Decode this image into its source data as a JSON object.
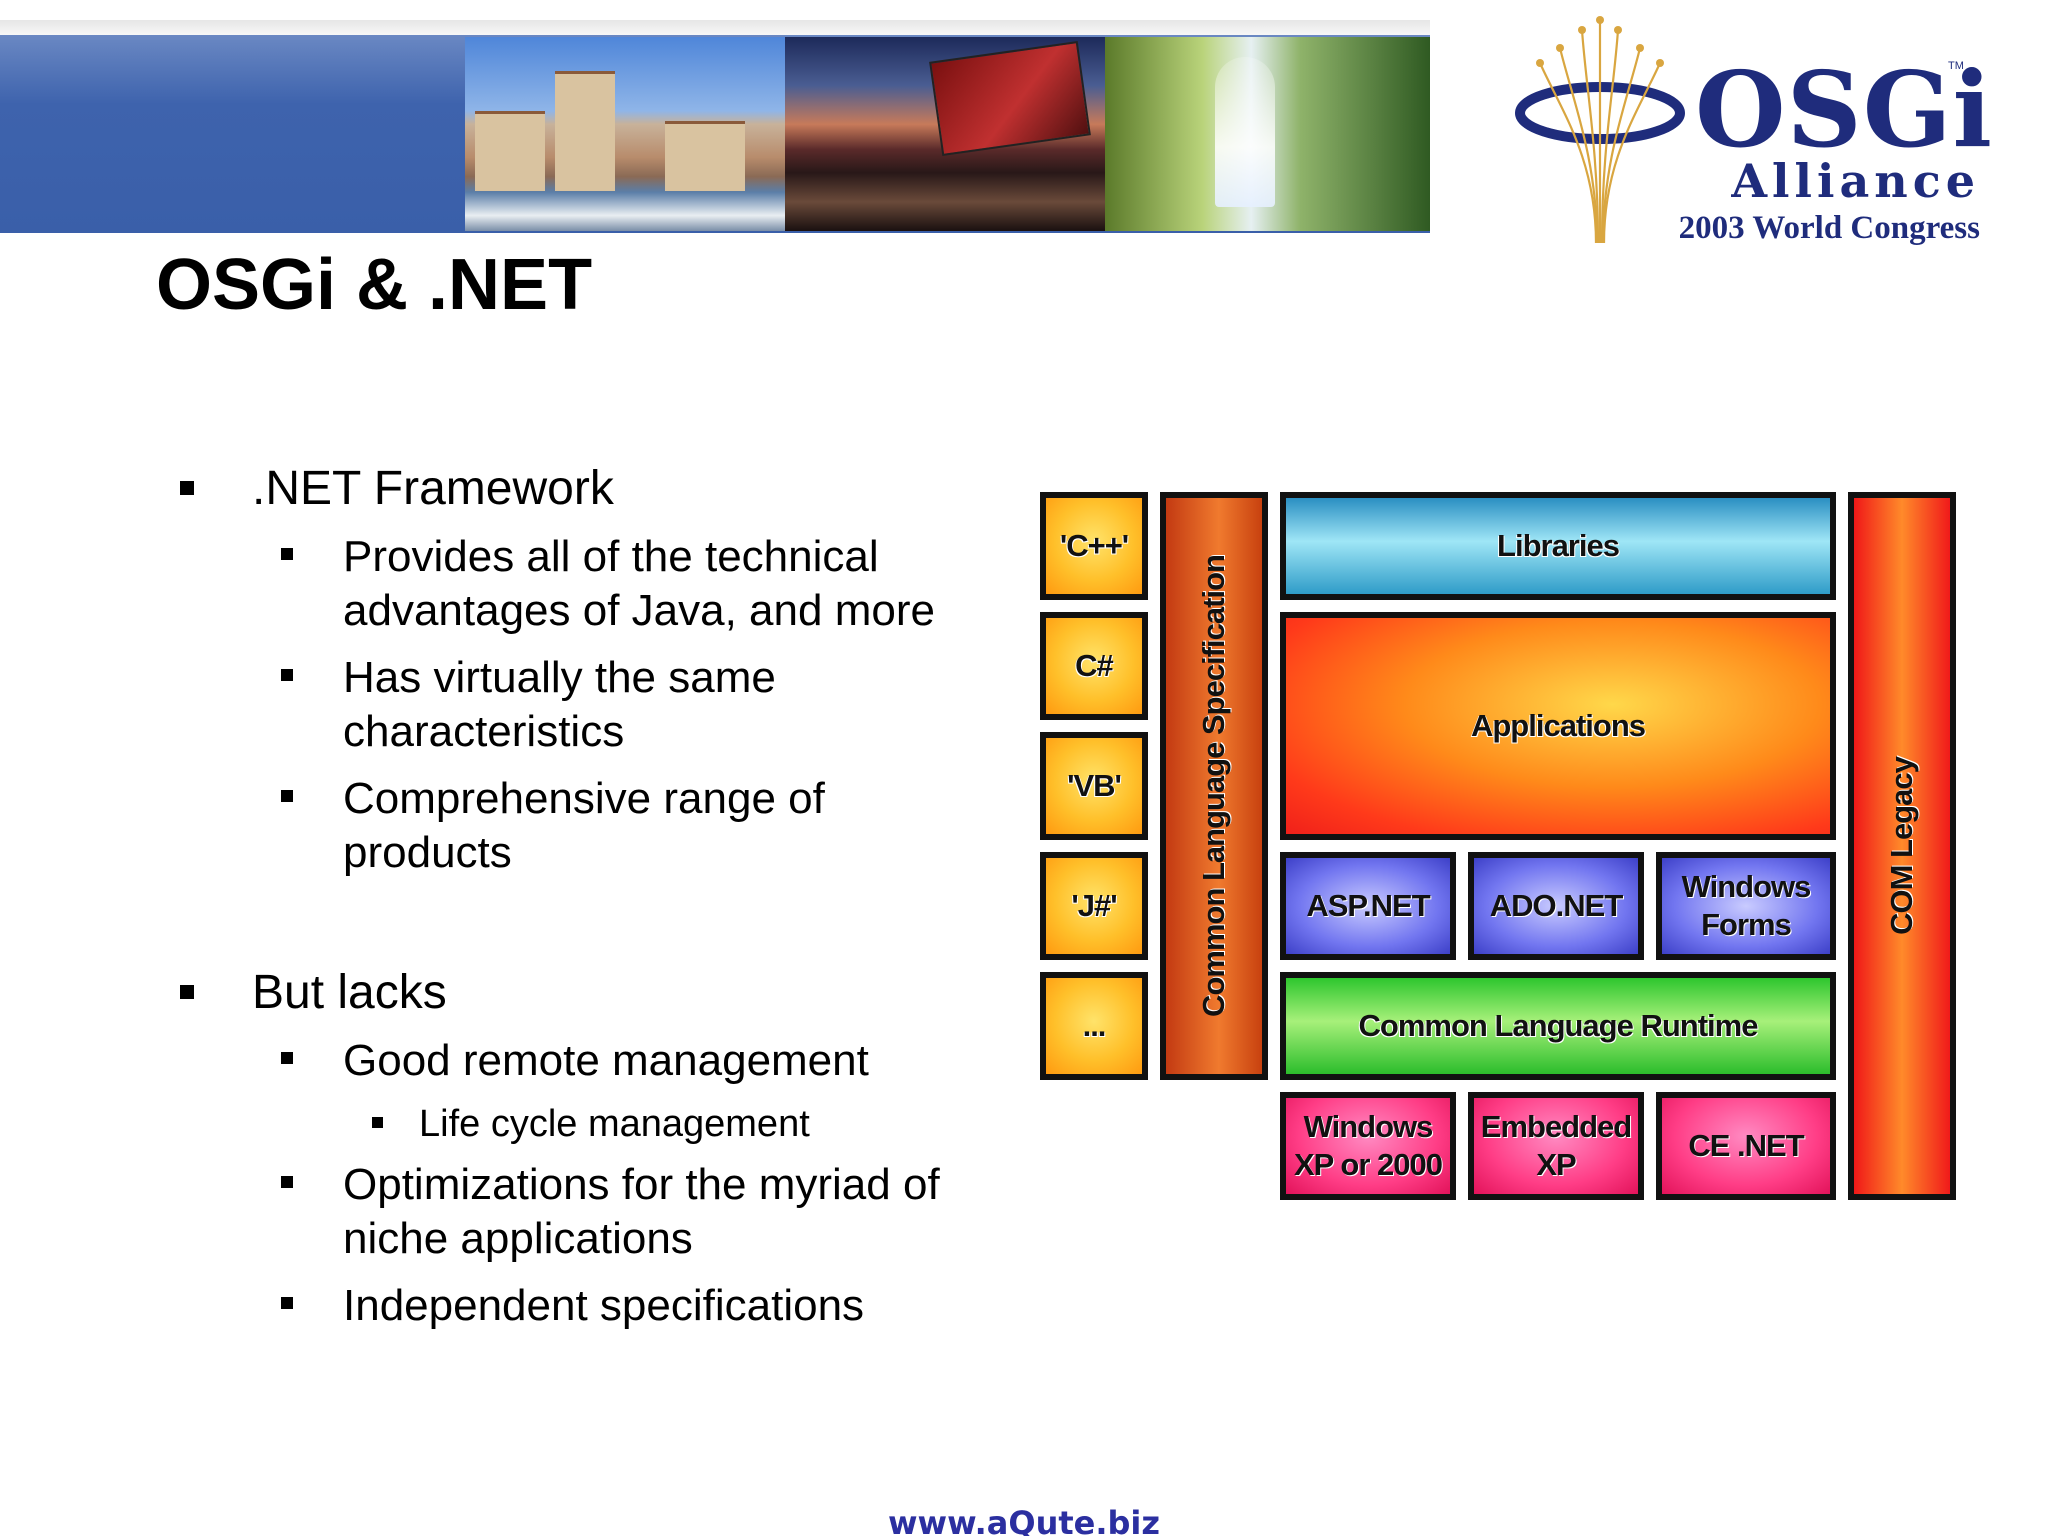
{
  "slide": {
    "title": "OSGi & .NET",
    "footer": "www.aQute.biz"
  },
  "logo": {
    "wordmark": "OSGi",
    "trademark": "TM",
    "subtitle": "Alliance",
    "event": "2003 World Congress"
  },
  "bullets": [
    {
      "text": ".NET Framework"
    },
    {
      "text": "Provides all of the technical advantages of Java, and more"
    },
    {
      "text": "Has virtually the same characteristics"
    },
    {
      "text": "Comprehensive range of products"
    },
    {
      "text": "But lacks"
    },
    {
      "text": "Good remote management"
    },
    {
      "text": "Life cycle management"
    },
    {
      "text": "Optimizations for the myriad of niche applications"
    },
    {
      "text": "Independent specifications"
    }
  ],
  "diagram": {
    "languages": [
      "'C++'",
      "C#",
      "'VB'",
      "'J#'",
      "..."
    ],
    "cls": "Common Language Specification",
    "libraries": "Libraries",
    "applications": "Applications",
    "aspnet": "ASP.NET",
    "adonet": "ADO.NET",
    "winforms": "Windows Forms",
    "clr": "Common Language Runtime",
    "winxp": "Windows XP or 2000",
    "embedded": "Embedded XP",
    "cenet": "CE .NET",
    "com": "COM Legacy"
  },
  "colors": {
    "banner_blue": "#3e63ad",
    "logo_navy": "#1f2c7c",
    "footer_link": "#2b2fa0"
  }
}
